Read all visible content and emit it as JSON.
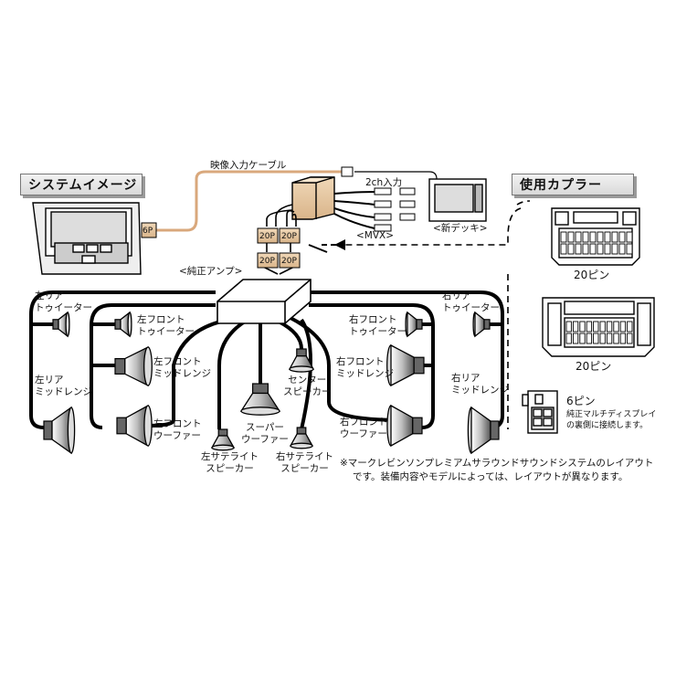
{
  "headers": {
    "system_image": "システムイメージ",
    "couplers_used": "使用カプラー"
  },
  "labels": {
    "video_cable": "映像入力ケーブル",
    "six_p": "6P",
    "two_ch_input": "2ch入力",
    "mvx": "<MVX>",
    "new_deck": "<新デッキ>",
    "connector_20p": "20P",
    "genuine_amp": "<純正アンプ>",
    "left_rear_tweeter": [
      "左リア",
      "トゥイーター"
    ],
    "left_front_tweeter": [
      "左フロント",
      "トゥイーター"
    ],
    "left_front_midrange": [
      "左フロント",
      "ミッドレンジ"
    ],
    "left_rear_midrange": [
      "左リア",
      "ミッドレンジ"
    ],
    "left_front_woofer": [
      "左フロント",
      "ウーファー"
    ],
    "center_speaker": [
      "センター",
      "スピーカー"
    ],
    "super_woofer": [
      "スーパー",
      "ウーファー"
    ],
    "left_satellite_speaker": [
      "左サテライト",
      "スピーカー"
    ],
    "right_satellite_speaker": [
      "右サテライト",
      "スピーカー"
    ],
    "right_rear_tweeter": [
      "右リア",
      "トゥイーター"
    ],
    "right_front_tweeter": [
      "右フロント",
      "トゥイーター"
    ],
    "right_front_midrange": [
      "右フロント",
      "ミッドレンジ"
    ],
    "right_rear_midrange": [
      "右リア",
      "ミッドレンジ"
    ],
    "right_front_woofer": [
      "右フロント",
      "ウーファー"
    ]
  },
  "couplers": {
    "pin20_a": "20ピン",
    "pin20_b": "20ピン",
    "pin6": "6ピン",
    "pin6_note": [
      "純正マルチディスプレイ",
      "の裏側に接続します。"
    ]
  },
  "footnote": [
    "※マークレビンソンプレミアムサラウンドサウンドシステムのレイアウト",
    "です。装備内容やモデルによっては、レイアウトが異なります。"
  ]
}
